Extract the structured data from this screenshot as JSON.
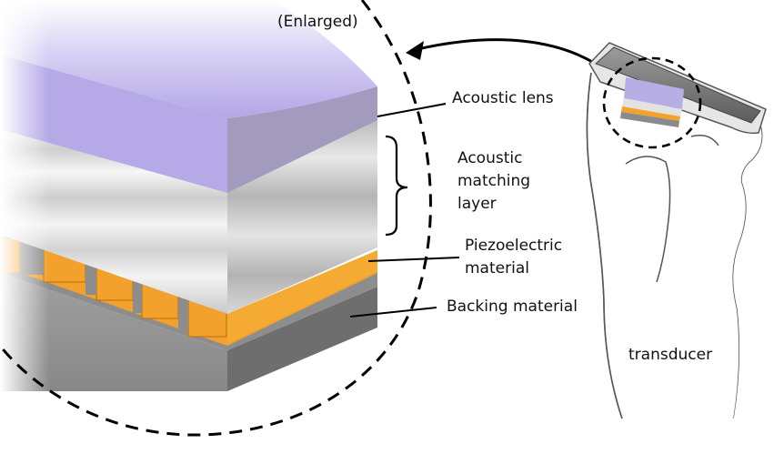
{
  "diagram": {
    "enlarged_note": "(Enlarged)",
    "labels": {
      "acoustic_lens": "Acoustic lens",
      "matching_layer": [
        "Acoustic",
        "matching",
        "layer"
      ],
      "piezoelectric": [
        "Piezoelectric",
        "material"
      ],
      "backing": "Backing material",
      "transducer": "transducer"
    },
    "colors": {
      "lens": "#b2a6e6",
      "lens_side": "#9f97b4",
      "matching_band": "#d9d9d9",
      "piezo": "#f2a12c",
      "piezo_dark": "#c77f1a",
      "backing_front": "#929292",
      "backing_side": "#6b6b6b",
      "outline": "#555555"
    }
  }
}
